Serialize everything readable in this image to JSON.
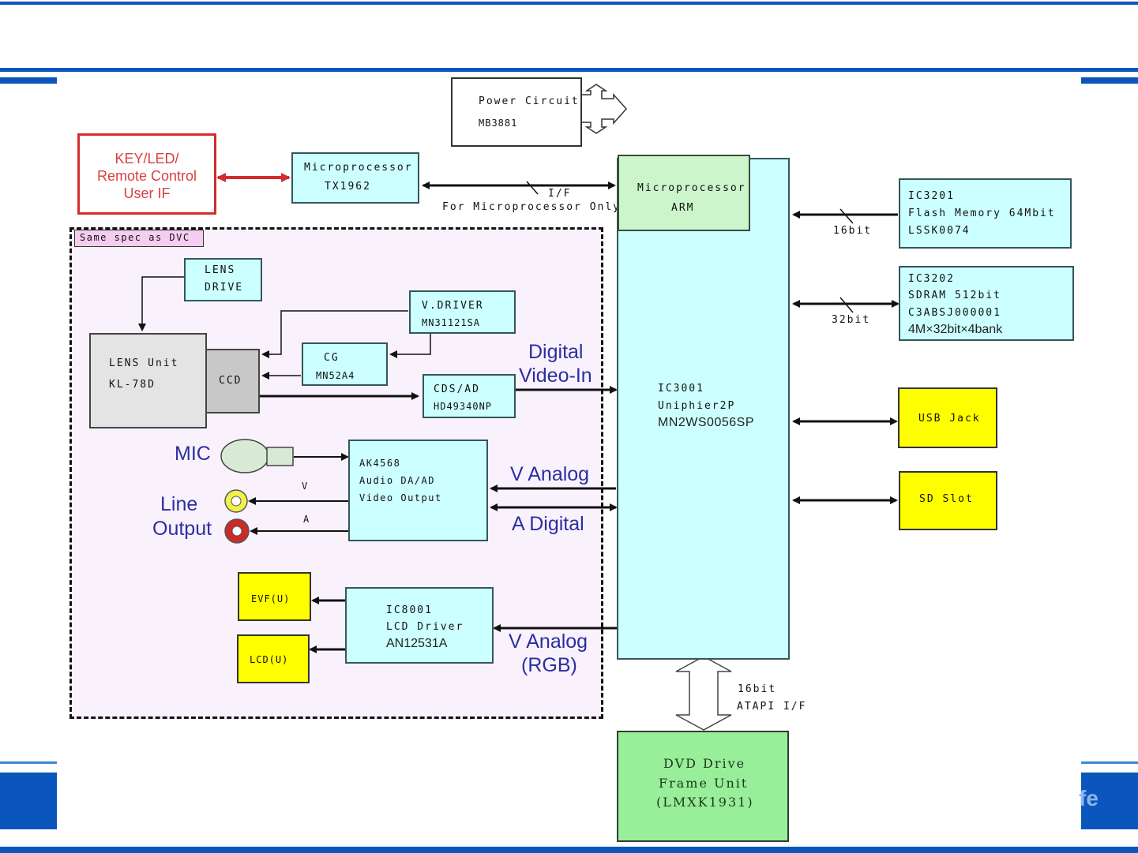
{
  "slide": {
    "accent_color": "#0a56bd",
    "watermark": "fe"
  },
  "diagram": {
    "user_if": {
      "lines": [
        "KEY/LED/",
        "Remote Control",
        "User IF"
      ]
    },
    "sub_micro": {
      "line1": "Microprocessor",
      "line2": "TX1962"
    },
    "power": {
      "line1": "Power Circuit",
      "line2": "MB3881"
    },
    "if_label": {
      "line1": "I/F",
      "line2": "For Microprocessor Only"
    },
    "arm": {
      "line1": "Microprocessor",
      "line2": "ARM"
    },
    "main_ic": {
      "line1": "IC3001",
      "line2": "Uniphier2P",
      "line3": "MN2WS0056SP"
    },
    "flash": {
      "line1": "IC3201",
      "line2": "Flash Memory 64Mbit",
      "line3": "LSSK0074",
      "bus": "16bit"
    },
    "sdram": {
      "line1": "IC3202",
      "line2": "SDRAM 512bit",
      "line3": "C3ABSJ000001",
      "line4": "4M×32bit×4bank",
      "bus": "32bit"
    },
    "usb": {
      "label": "USB Jack"
    },
    "sd": {
      "label": "SD Slot"
    },
    "dvd": {
      "line1": "DVD Drive",
      "line2": "Frame Unit",
      "line3": "(LMXK1931)",
      "bus1": "16bit",
      "bus2": "ATAPI I/F"
    },
    "dvc_group": {
      "tag": "Same spec as DVC",
      "lens_drive": {
        "line1": "LENS",
        "line2": "DRIVE"
      },
      "lens_unit": {
        "line1": "LENS Unit",
        "line2": "KL-78D"
      },
      "ccd": {
        "label": "CCD"
      },
      "vdriver": {
        "line1": "V.DRIVER",
        "line2": "MN31121SA"
      },
      "cg": {
        "line1": "CG",
        "line2": "MN52A4"
      },
      "cds": {
        "line1": "CDS/AD",
        "line2": "HD49340NP"
      },
      "digital_video_in": {
        "line1": "Digital",
        "line2": "Video-In"
      },
      "mic": {
        "label": "MIC"
      },
      "line_output": {
        "line1": "Line",
        "line2": "Output",
        "v": "V",
        "a": "A"
      },
      "audio": {
        "line1": "AK4568",
        "line2": "Audio DA/AD",
        "line3": "Video Output"
      },
      "v_analog": "V Analog",
      "a_digital": "A Digital",
      "evf": {
        "label": "EVF(U)"
      },
      "lcd": {
        "label": "LCD(U)"
      },
      "lcd_driver": {
        "line1": "IC8001",
        "line2": "LCD Driver",
        "line3": "AN12531A"
      },
      "v_analog_rgb": {
        "line1": "V Analog",
        "line2": "(RGB)"
      }
    }
  }
}
